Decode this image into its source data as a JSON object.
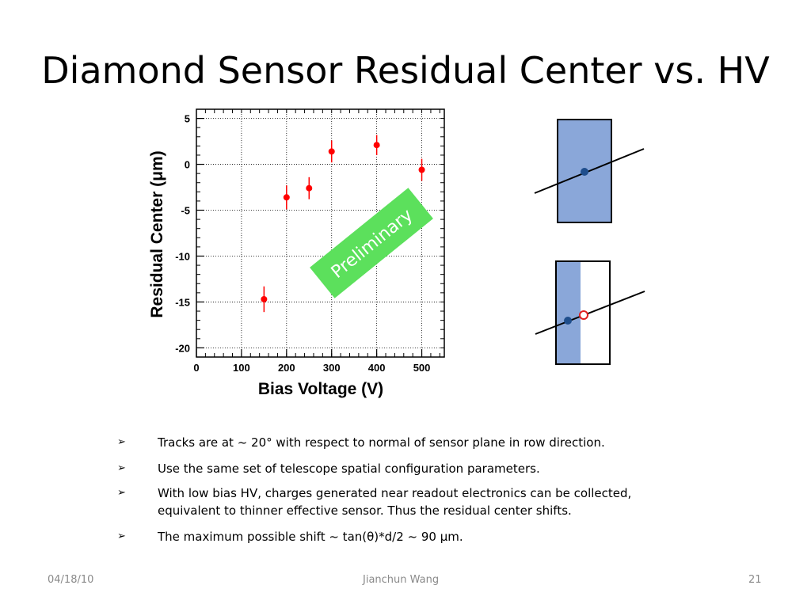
{
  "slide": {
    "title": "Diamond Sensor Residual Center vs. HV",
    "footer": {
      "date": "04/18/10",
      "author": "Jianchun Wang",
      "page": "21"
    },
    "bullet_marker": "➢",
    "bullets": [
      "Tracks are at ~ 20° with respect to normal of sensor plane in row direction.",
      "Use the same set of telescope spatial configuration parameters.",
      "With low bias HV, charges generated near readout electronics can be collected, equivalent to thinner effective sensor. Thus the residual center shifts.",
      "The maximum possible shift  ~ tan(θ)*d/2 ~ 90 μm."
    ],
    "stamp": {
      "text": "Preliminary",
      "color": "#5ce05c"
    },
    "colors": {
      "points": "#ff0000",
      "sensor_fill": "#8aa7d9",
      "track_dot": "#1f4e8c"
    }
  },
  "chart_data": {
    "type": "scatter",
    "xlabel": "Bias Voltage (V)",
    "ylabel": "Residual Center (μm)",
    "xlim": [
      0,
      550
    ],
    "ylim": [
      -21,
      6
    ],
    "xticks": [
      0,
      100,
      200,
      300,
      400,
      500
    ],
    "yticks": [
      5,
      0,
      -5,
      -10,
      -15,
      -20
    ],
    "grid": true,
    "x": [
      150,
      200,
      250,
      300,
      400,
      500
    ],
    "y": [
      -14.7,
      -3.6,
      -2.6,
      1.4,
      2.1,
      -0.6
    ],
    "yerr": [
      1.4,
      1.3,
      1.2,
      1.2,
      1.1,
      1.2
    ]
  }
}
